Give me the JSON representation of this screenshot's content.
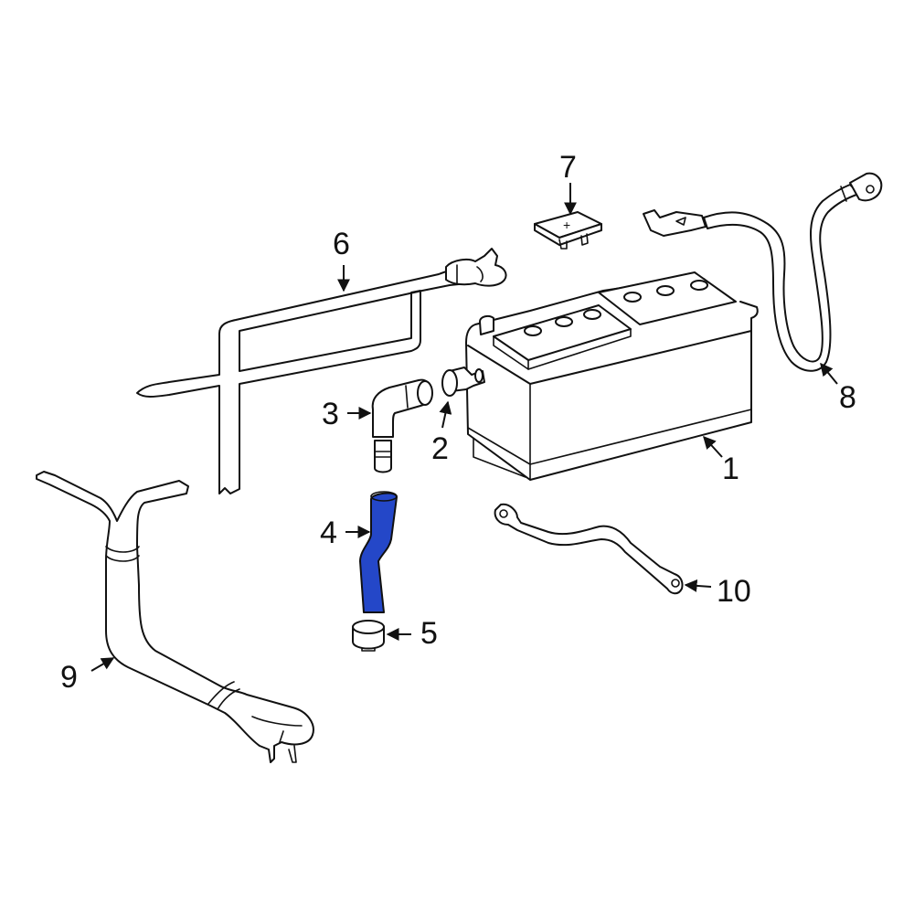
{
  "colors": {
    "line": "#111111",
    "background": "#ffffff",
    "highlight_fill": "#2447c8"
  },
  "highlighted_part": "4",
  "callouts": [
    {
      "id": "1",
      "label": "1"
    },
    {
      "id": "2",
      "label": "2"
    },
    {
      "id": "3",
      "label": "3"
    },
    {
      "id": "4",
      "label": "4"
    },
    {
      "id": "5",
      "label": "5"
    },
    {
      "id": "6",
      "label": "6"
    },
    {
      "id": "7",
      "label": "7"
    },
    {
      "id": "8",
      "label": "8"
    },
    {
      "id": "9",
      "label": "9"
    },
    {
      "id": "10",
      "label": "10"
    }
  ],
  "battery_cover_symbol": "+"
}
